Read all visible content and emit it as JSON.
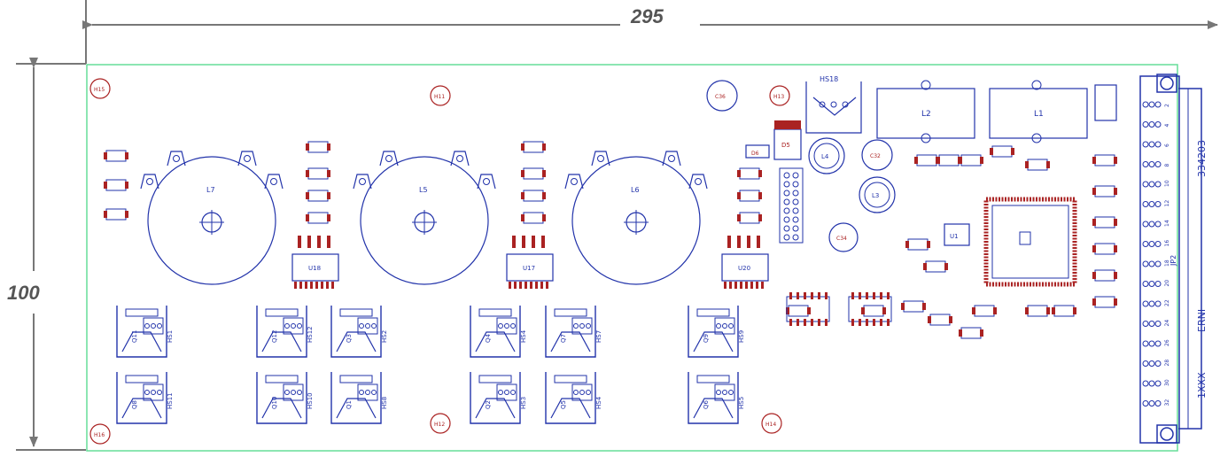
{
  "dimensions": {
    "width_label": "295",
    "height_label": "100"
  },
  "colors": {
    "outline": "#66dd99",
    "dimension": "#777777",
    "silkscreen": "#2233aa",
    "copper": "#aa2222"
  },
  "mounting_holes": [
    "H15",
    "H11",
    "H13",
    "H16",
    "H12",
    "H14"
  ],
  "inductors_round": [
    "L7",
    "L5",
    "L6"
  ],
  "inductors_box": [
    "L2",
    "L1"
  ],
  "inductors_small": [
    "L4",
    "L3"
  ],
  "ics": [
    "U18",
    "U17",
    "U20",
    "U1"
  ],
  "transistors_top": [
    "Q11",
    "Q12",
    "Q3",
    "Q4",
    "Q7",
    "Q9"
  ],
  "transistors_bottom": [
    "Q8",
    "Q10",
    "Q1",
    "Q2",
    "Q5",
    "Q6"
  ],
  "heatsinks_top": [
    "HS1",
    "HS12",
    "HS2",
    "HS4",
    "HS7",
    "HS9"
  ],
  "heatsinks_bottom": [
    "HS11",
    "HS10",
    "HS8",
    "HS3",
    "HS4",
    "HS5"
  ],
  "connector": {
    "ref": "JP2",
    "text_a": "334203",
    "text_b": "ERNI",
    "text_c": "1XXX",
    "pin_numbers": [
      "2",
      "4",
      "6",
      "8",
      "10",
      "12",
      "14",
      "16",
      "18",
      "20",
      "22",
      "24",
      "26",
      "28",
      "30",
      "32"
    ]
  },
  "top_header": "HS18",
  "capacitors": [
    "C34",
    "C32",
    "C36"
  ],
  "misc": [
    "D5",
    "D6"
  ]
}
